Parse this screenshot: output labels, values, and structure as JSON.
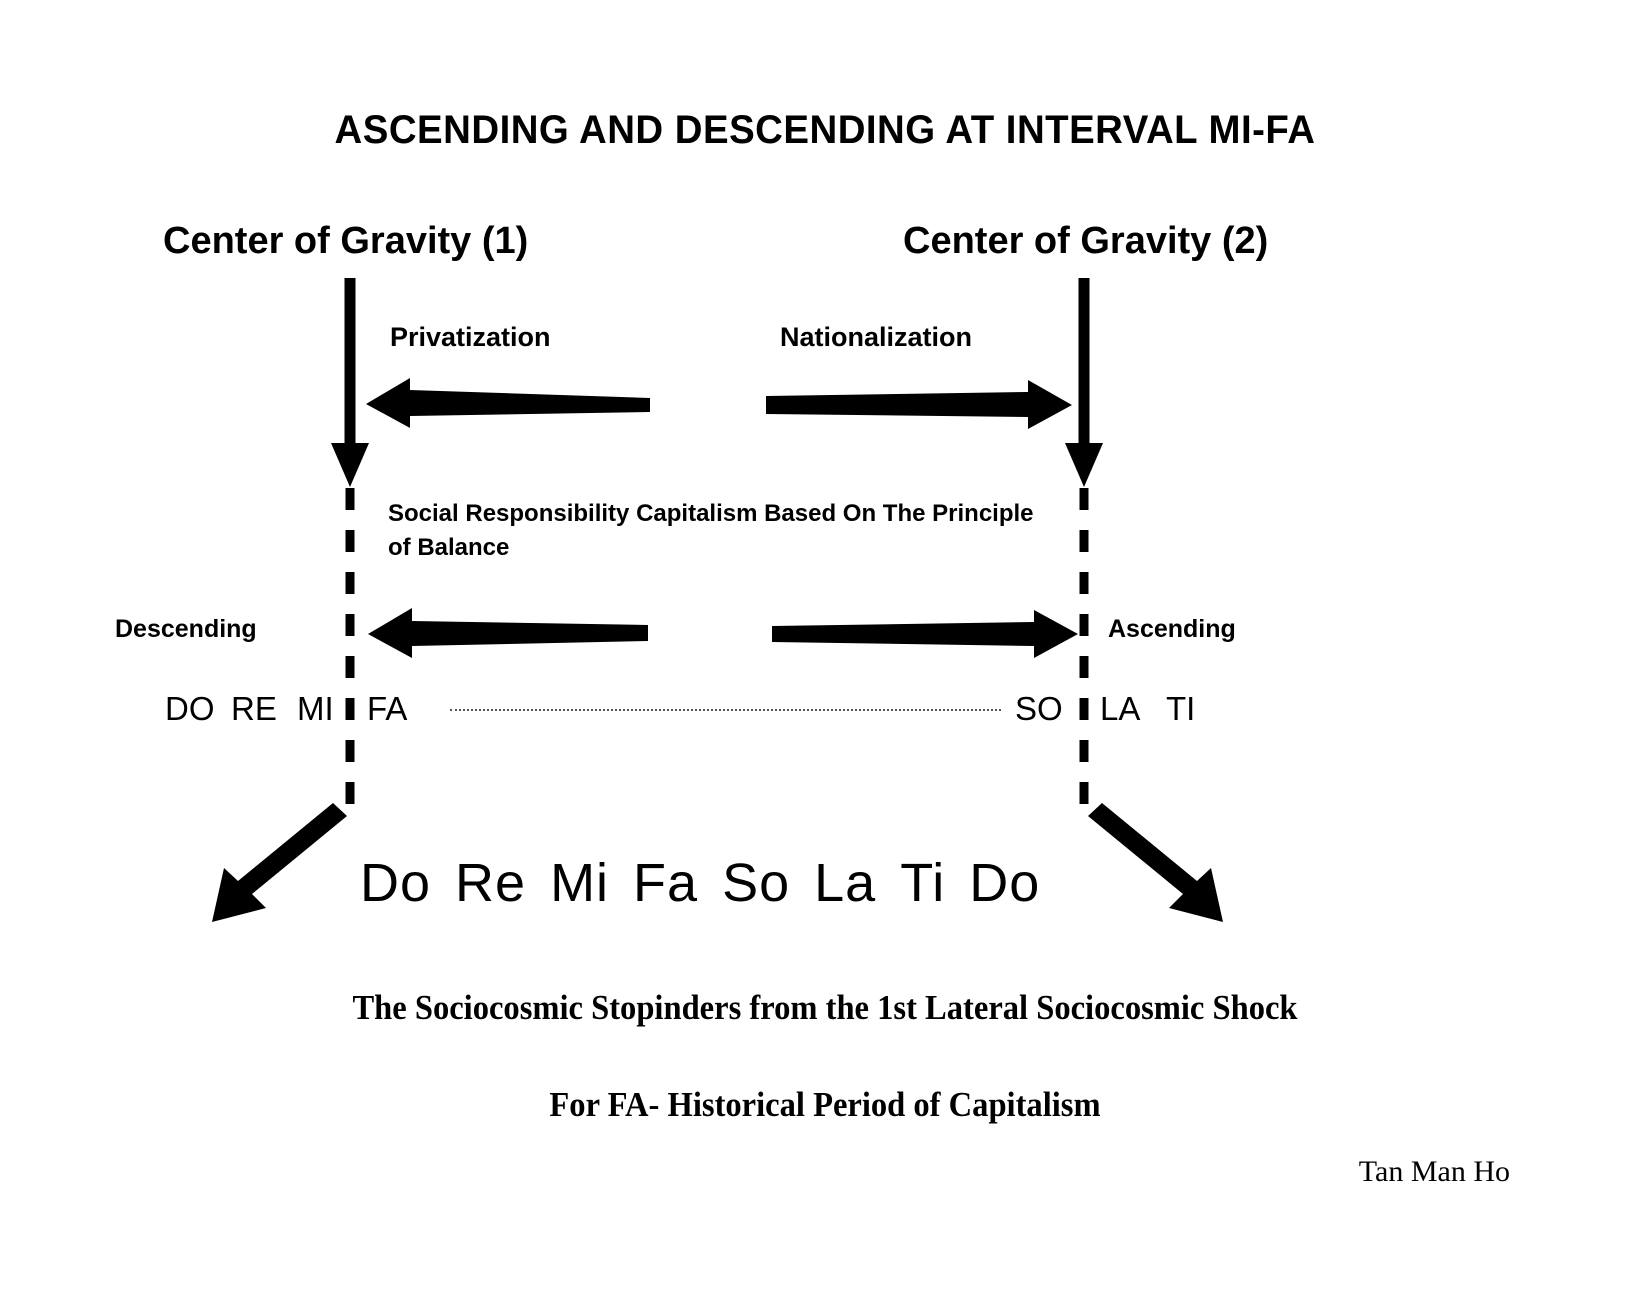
{
  "title": "ASCENDING AND DESCENDING AT INTERVAL MI-FA",
  "headings": {
    "cog_left": "Center of Gravity (1)",
    "cog_right": "Center of Gravity (2)"
  },
  "arrow_labels": {
    "left": "Privatization",
    "right": "Nationalization"
  },
  "middle_note": "Social Responsibility Capitalism Based On The Principle of Balance",
  "direction_labels": {
    "left": "Descending",
    "right": "Ascending"
  },
  "octave_upper": {
    "left_notes": [
      "DO",
      "RE",
      "MI",
      "FA"
    ],
    "right_notes": [
      "SO",
      "LA",
      "TI"
    ]
  },
  "scale_lower": [
    "Do",
    "Re",
    "Mi",
    "Fa",
    "So",
    "La",
    "Ti",
    "Do"
  ],
  "captions": {
    "line1": "The Sociocosmic Stopinders from the 1st Lateral Sociocosmic Shock",
    "line2": "For FA- Historical Period of Capitalism"
  },
  "signature": "Tan Man Ho",
  "colors": {
    "ink": "#000000",
    "background": "#ffffff",
    "dotted": "#555555"
  },
  "icons": {
    "down_arrow_left": "arrow-down-icon",
    "down_arrow_right": "arrow-down-icon",
    "privatization_arrow": "arrow-left-icon",
    "nationalization_arrow": "arrow-right-icon",
    "descending_arrow": "arrow-left-icon",
    "ascending_arrow": "arrow-right-icon",
    "dashed_axis_left": "dashed-vertical-line-icon",
    "dashed_axis_right": "dashed-vertical-line-icon",
    "shock_arrow_left": "arrow-down-left-icon",
    "shock_arrow_right": "arrow-down-right-icon",
    "fa_so_connector": "dotted-horizontal-line-icon"
  }
}
